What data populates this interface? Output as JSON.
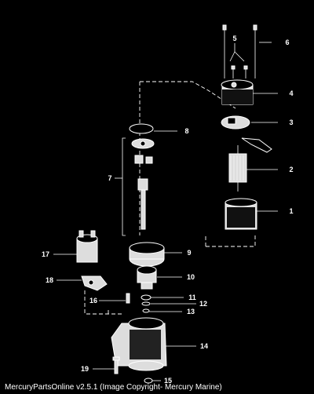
{
  "caption": "MercuryPartsOnline v2.5.1 (Image Copyright- Mercury Marine)",
  "callouts": {
    "p1": "1",
    "p2": "2",
    "p3": "3",
    "p4": "4",
    "p5": "5",
    "p6": "6",
    "p7": "7",
    "p8": "8",
    "p9": "9",
    "p10": "10",
    "p11": "11",
    "p12": "12",
    "p13": "13",
    "p14": "14",
    "p15": "15",
    "p16": "16",
    "p17": "17",
    "p18": "18",
    "p19": "19"
  },
  "colors": {
    "background": "#000000",
    "line": "#ffffff"
  }
}
